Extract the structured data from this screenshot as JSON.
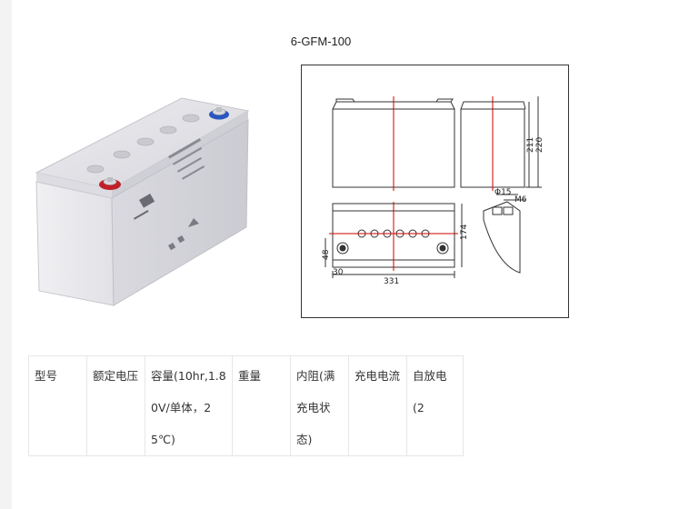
{
  "model_title": "6-GFM-100",
  "drawing": {
    "dimensions": [
      "211",
      "220",
      "174",
      "48",
      "30",
      "331",
      "Φ15",
      "M6"
    ]
  },
  "table": {
    "headers": [
      "型号",
      "额定电压",
      "容量(10hr,1.80V/单体，25℃)",
      "重量",
      " 内阻(满充电状态)",
      "充电电流",
      "自放电(2"
    ]
  },
  "colors": {
    "frame": "#333333",
    "centerline": "#cc0000",
    "terminal_positive": "#c0202a",
    "terminal_negative": "#2a56c0",
    "battery_body": "#e2e2e8",
    "table_border": "#e6e6e6"
  }
}
